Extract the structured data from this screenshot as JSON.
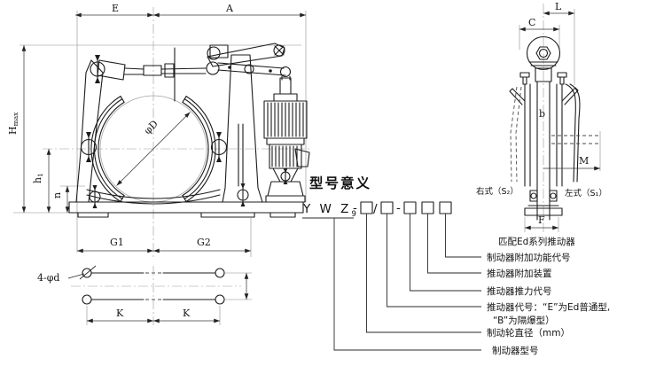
{
  "figure": {
    "bg": "#ffffff",
    "line_color": "#1c1c1c",
    "thin_color": "#8d8d8d"
  },
  "main_view": {
    "dim_E": "E",
    "dim_A": "A",
    "dim_H": "H",
    "dim_H_sub": "max",
    "dim_h": "h",
    "dim_h_sub": "1",
    "dim_n": "n",
    "dim_phiD": "φD",
    "dim_G1": "G1",
    "dim_G2": "G2"
  },
  "bolt_view": {
    "hole_label": "4-φd",
    "dim_K_left": "K",
    "dim_K_right": "K"
  },
  "side_view": {
    "dim_L": "L",
    "dim_C": "C",
    "dim_b": "b",
    "dim_M": "M",
    "dim_F": "F",
    "right_style": "右式（S₂）",
    "left_style": "左式（S₁）",
    "thruster_note": "匹配Ed系列推动器"
  },
  "model_legend": {
    "heading": "型号意义",
    "code_letters": "Y W Z",
    "code_subscript": "9",
    "sep_dash1": "-",
    "sep_slash": "/",
    "sep_dash2": "-",
    "callouts": [
      {
        "label": "制动器附加功能代号"
      },
      {
        "label": "推动器附加装置"
      },
      {
        "label": "推动器推力代号"
      },
      {
        "label": "推动器代号：“E”为Ed普通型,",
        "label_line2": "“B”为隔爆型）"
      },
      {
        "label": "制动轮直径（mm）"
      },
      {
        "label": "制动器型号"
      }
    ]
  }
}
